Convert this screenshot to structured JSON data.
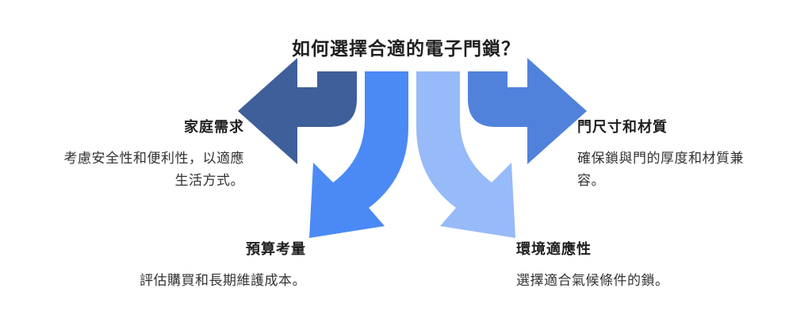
{
  "title": "如何選擇合適的電子門鎖？",
  "colors": {
    "arrow_family": "#3e5f99",
    "arrow_budget": "#4b8af5",
    "arrow_environment": "#97baf8",
    "arrow_door": "#5082dc"
  },
  "items": {
    "family": {
      "heading": "家庭需求",
      "lines": [
        "考慮安全性和便利性，以適應",
        "生活方式。"
      ]
    },
    "budget": {
      "heading": "預算考量",
      "lines": [
        "評估購買和長期維護成本。"
      ]
    },
    "door": {
      "heading": "門尺寸和材質",
      "lines": [
        "確保鎖與門的厚度和材質兼",
        "容。"
      ]
    },
    "environment": {
      "heading": "環境適應性",
      "lines": [
        "選擇適合氣候條件的鎖。"
      ]
    }
  }
}
